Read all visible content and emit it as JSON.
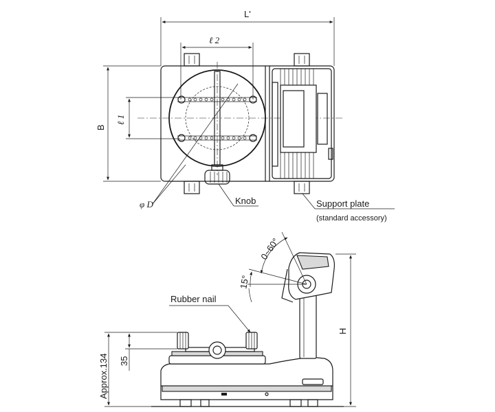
{
  "top_view": {
    "dim_L_prime": "L'",
    "dim_l2": "ℓ 2",
    "dim_l1": "ℓ 1",
    "dim_B": "B",
    "dim_phiD": "φ D",
    "label_knob": "Knob",
    "label_support_plate": "Support plate",
    "label_support_plate_note": "(standard accessory)"
  },
  "side_view": {
    "angle_tilt": "0~60°",
    "angle_back": "15°",
    "label_rubber_nail": "Rubber nail",
    "dim_height": "H",
    "dim_approx": "Approx.134",
    "dim_35": "35"
  }
}
